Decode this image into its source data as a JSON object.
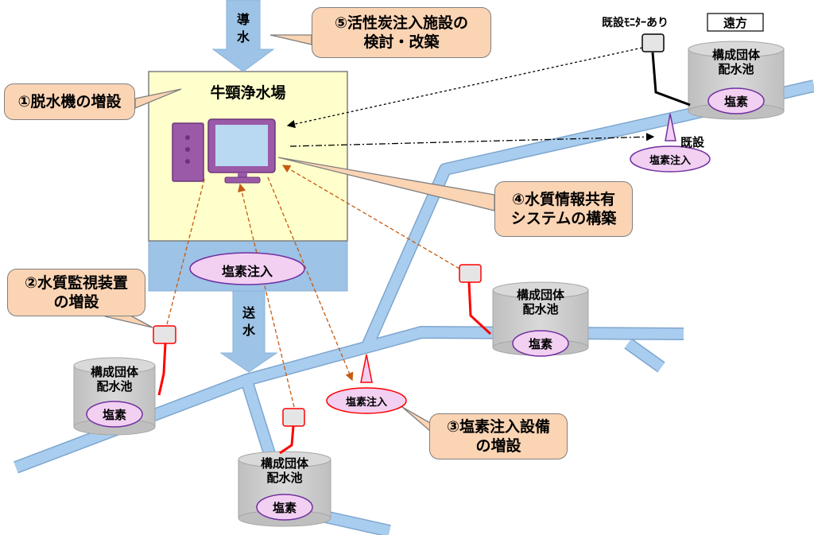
{
  "plant": {
    "name": "牛頸浄水場",
    "chlorine_injection": "塩素注入",
    "intake_label": "導水",
    "outflow_label": "送水"
  },
  "callouts": {
    "c1": "①脱水機の増設",
    "c2_line1": "②水質監視装置",
    "c2_line2": "の増設",
    "c3_line1": "③塩素注入設備",
    "c3_line2": "の増設",
    "c4_line1": "④水質情報共有",
    "c4_line2": "システムの構築",
    "c5_line1": "⑤活性炭注入施設の",
    "c5_line2": "検討・改築"
  },
  "tanks": {
    "title_line1": "構成団体",
    "title_line2": "配水池",
    "chemical": "塩素"
  },
  "injection_points": {
    "new_label": "塩素注入",
    "existing_label": "塩素注入",
    "existing_tag": "既設"
  },
  "remote": {
    "monitor_note": "既設ﾓﾆﾀｰあり",
    "remote_tag": "遠方"
  },
  "colors": {
    "plant_fill": "#ffffcc",
    "pipe": "#9dc3e6",
    "callout_fill": "#fbd4b4",
    "ellipse_fill": "#f2d0f2",
    "ellipse_stroke": "#7030a0",
    "monitor_line_new": "#ff0000",
    "link_line": "#c55a11"
  }
}
